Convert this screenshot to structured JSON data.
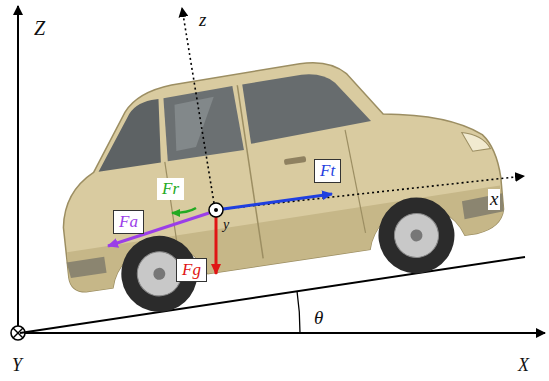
{
  "diagram": {
    "nodes": [
      {
        "text": [
          "Ft"
        ]
      },
      {
        "text": [
          "Fr"
        ]
      },
      {
        "text": [
          "Fa"
        ]
      },
      {
        "text": [
          "Fg"
        ]
      }
    ],
    "labels": [
      "Z",
      "z",
      "x",
      "y",
      "θ",
      "Y",
      "X"
    ]
  }
}
